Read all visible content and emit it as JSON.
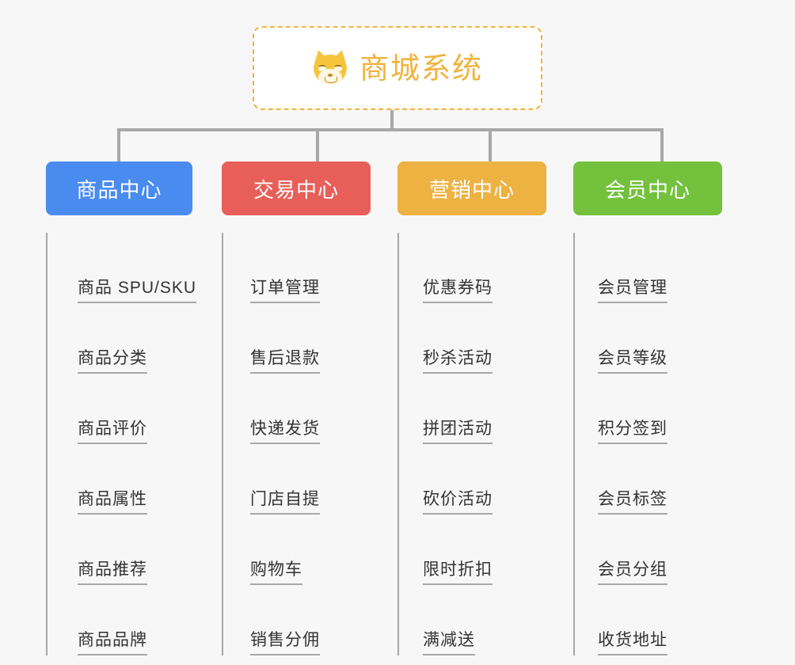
{
  "root": {
    "title": "商城系统",
    "icon": "shiba-dog-icon",
    "border_color": "#f0b33e",
    "text_color": "#f0b23c",
    "background": "#ffffff"
  },
  "canvas": {
    "background": "#f7f7f7",
    "connector_color": "#a8a8a8"
  },
  "branches": [
    {
      "id": "product-center",
      "label": "商品中心",
      "color": "#4a8bf0",
      "items": [
        "商品 SPU/SKU",
        "商品分类",
        "商品评价",
        "商品属性",
        "商品推荐",
        "商品品牌"
      ]
    },
    {
      "id": "trade-center",
      "label": "交易中心",
      "color": "#e85f59",
      "items": [
        "订单管理",
        "售后退款",
        "快递发货",
        "门店自提",
        "购物车",
        "销售分佣"
      ]
    },
    {
      "id": "marketing-center",
      "label": "营销中心",
      "color": "#edb242",
      "items": [
        "优惠券码",
        "秒杀活动",
        "拼团活动",
        "砍价活动",
        "限时折扣",
        "满减送"
      ]
    },
    {
      "id": "member-center",
      "label": "会员中心",
      "color": "#73c13d",
      "items": [
        "会员管理",
        "会员等级",
        "积分签到",
        "会员标签",
        "会员分组",
        "收货地址"
      ]
    }
  ]
}
